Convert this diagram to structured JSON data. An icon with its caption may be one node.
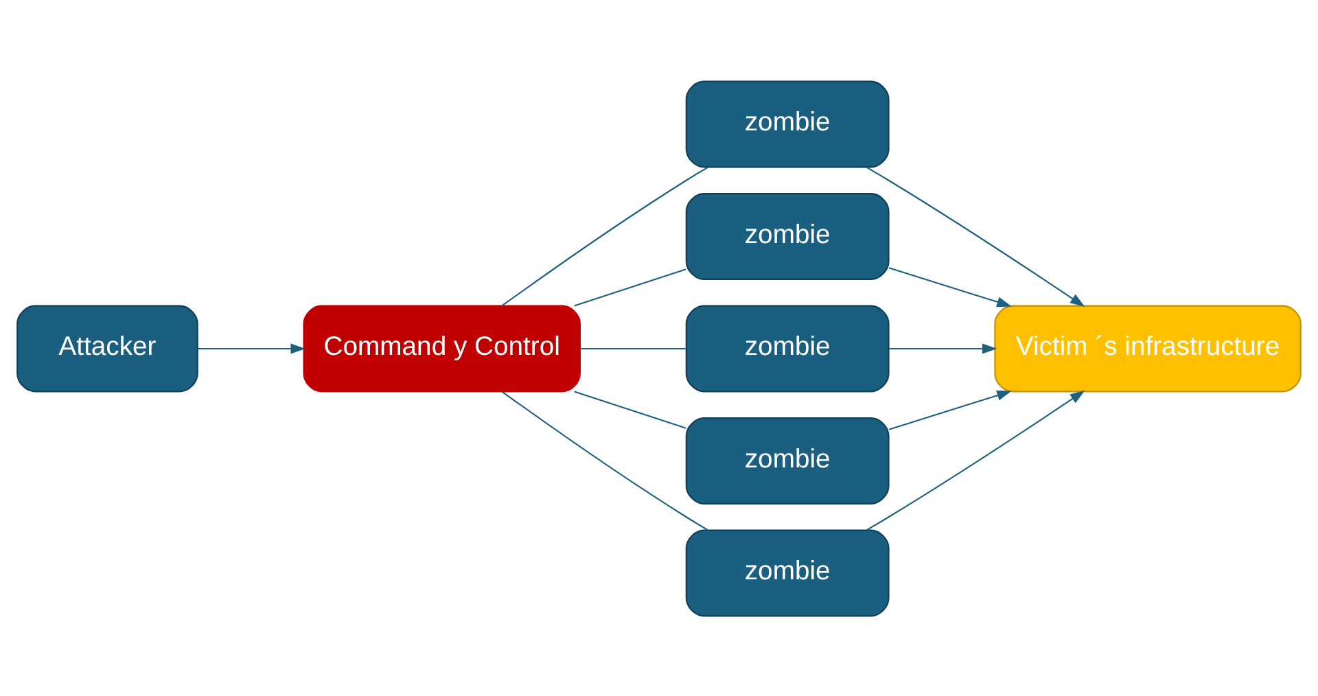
{
  "diagram": {
    "nodes": [
      {
        "text": [
          "Attacker"
        ]
      },
      {
        "text": [
          "Command y Control"
        ]
      },
      {
        "text": [
          "zombie"
        ]
      },
      {
        "text": [
          "zombie"
        ]
      },
      {
        "text": [
          "zombie"
        ]
      },
      {
        "text": [
          "zombie"
        ]
      },
      {
        "text": [
          "zombie"
        ]
      },
      {
        "text": [
          "Victim ´s infrastructure"
        ]
      }
    ],
    "edges": [
      {
        "from": 0,
        "to": 1,
        "arrow": "to"
      },
      {
        "from": 1,
        "to": 2,
        "arrow": "none"
      },
      {
        "from": 1,
        "to": 3,
        "arrow": "none"
      },
      {
        "from": 1,
        "to": 4,
        "arrow": "none"
      },
      {
        "from": 1,
        "to": 5,
        "arrow": "none"
      },
      {
        "from": 1,
        "to": 6,
        "arrow": "none"
      },
      {
        "from": 2,
        "to": 7,
        "arrow": "to"
      },
      {
        "from": 3,
        "to": 7,
        "arrow": "to"
      },
      {
        "from": 4,
        "to": 7,
        "arrow": "to"
      },
      {
        "from": 5,
        "to": 7,
        "arrow": "to"
      },
      {
        "from": 6,
        "to": 7,
        "arrow": "to"
      }
    ]
  }
}
